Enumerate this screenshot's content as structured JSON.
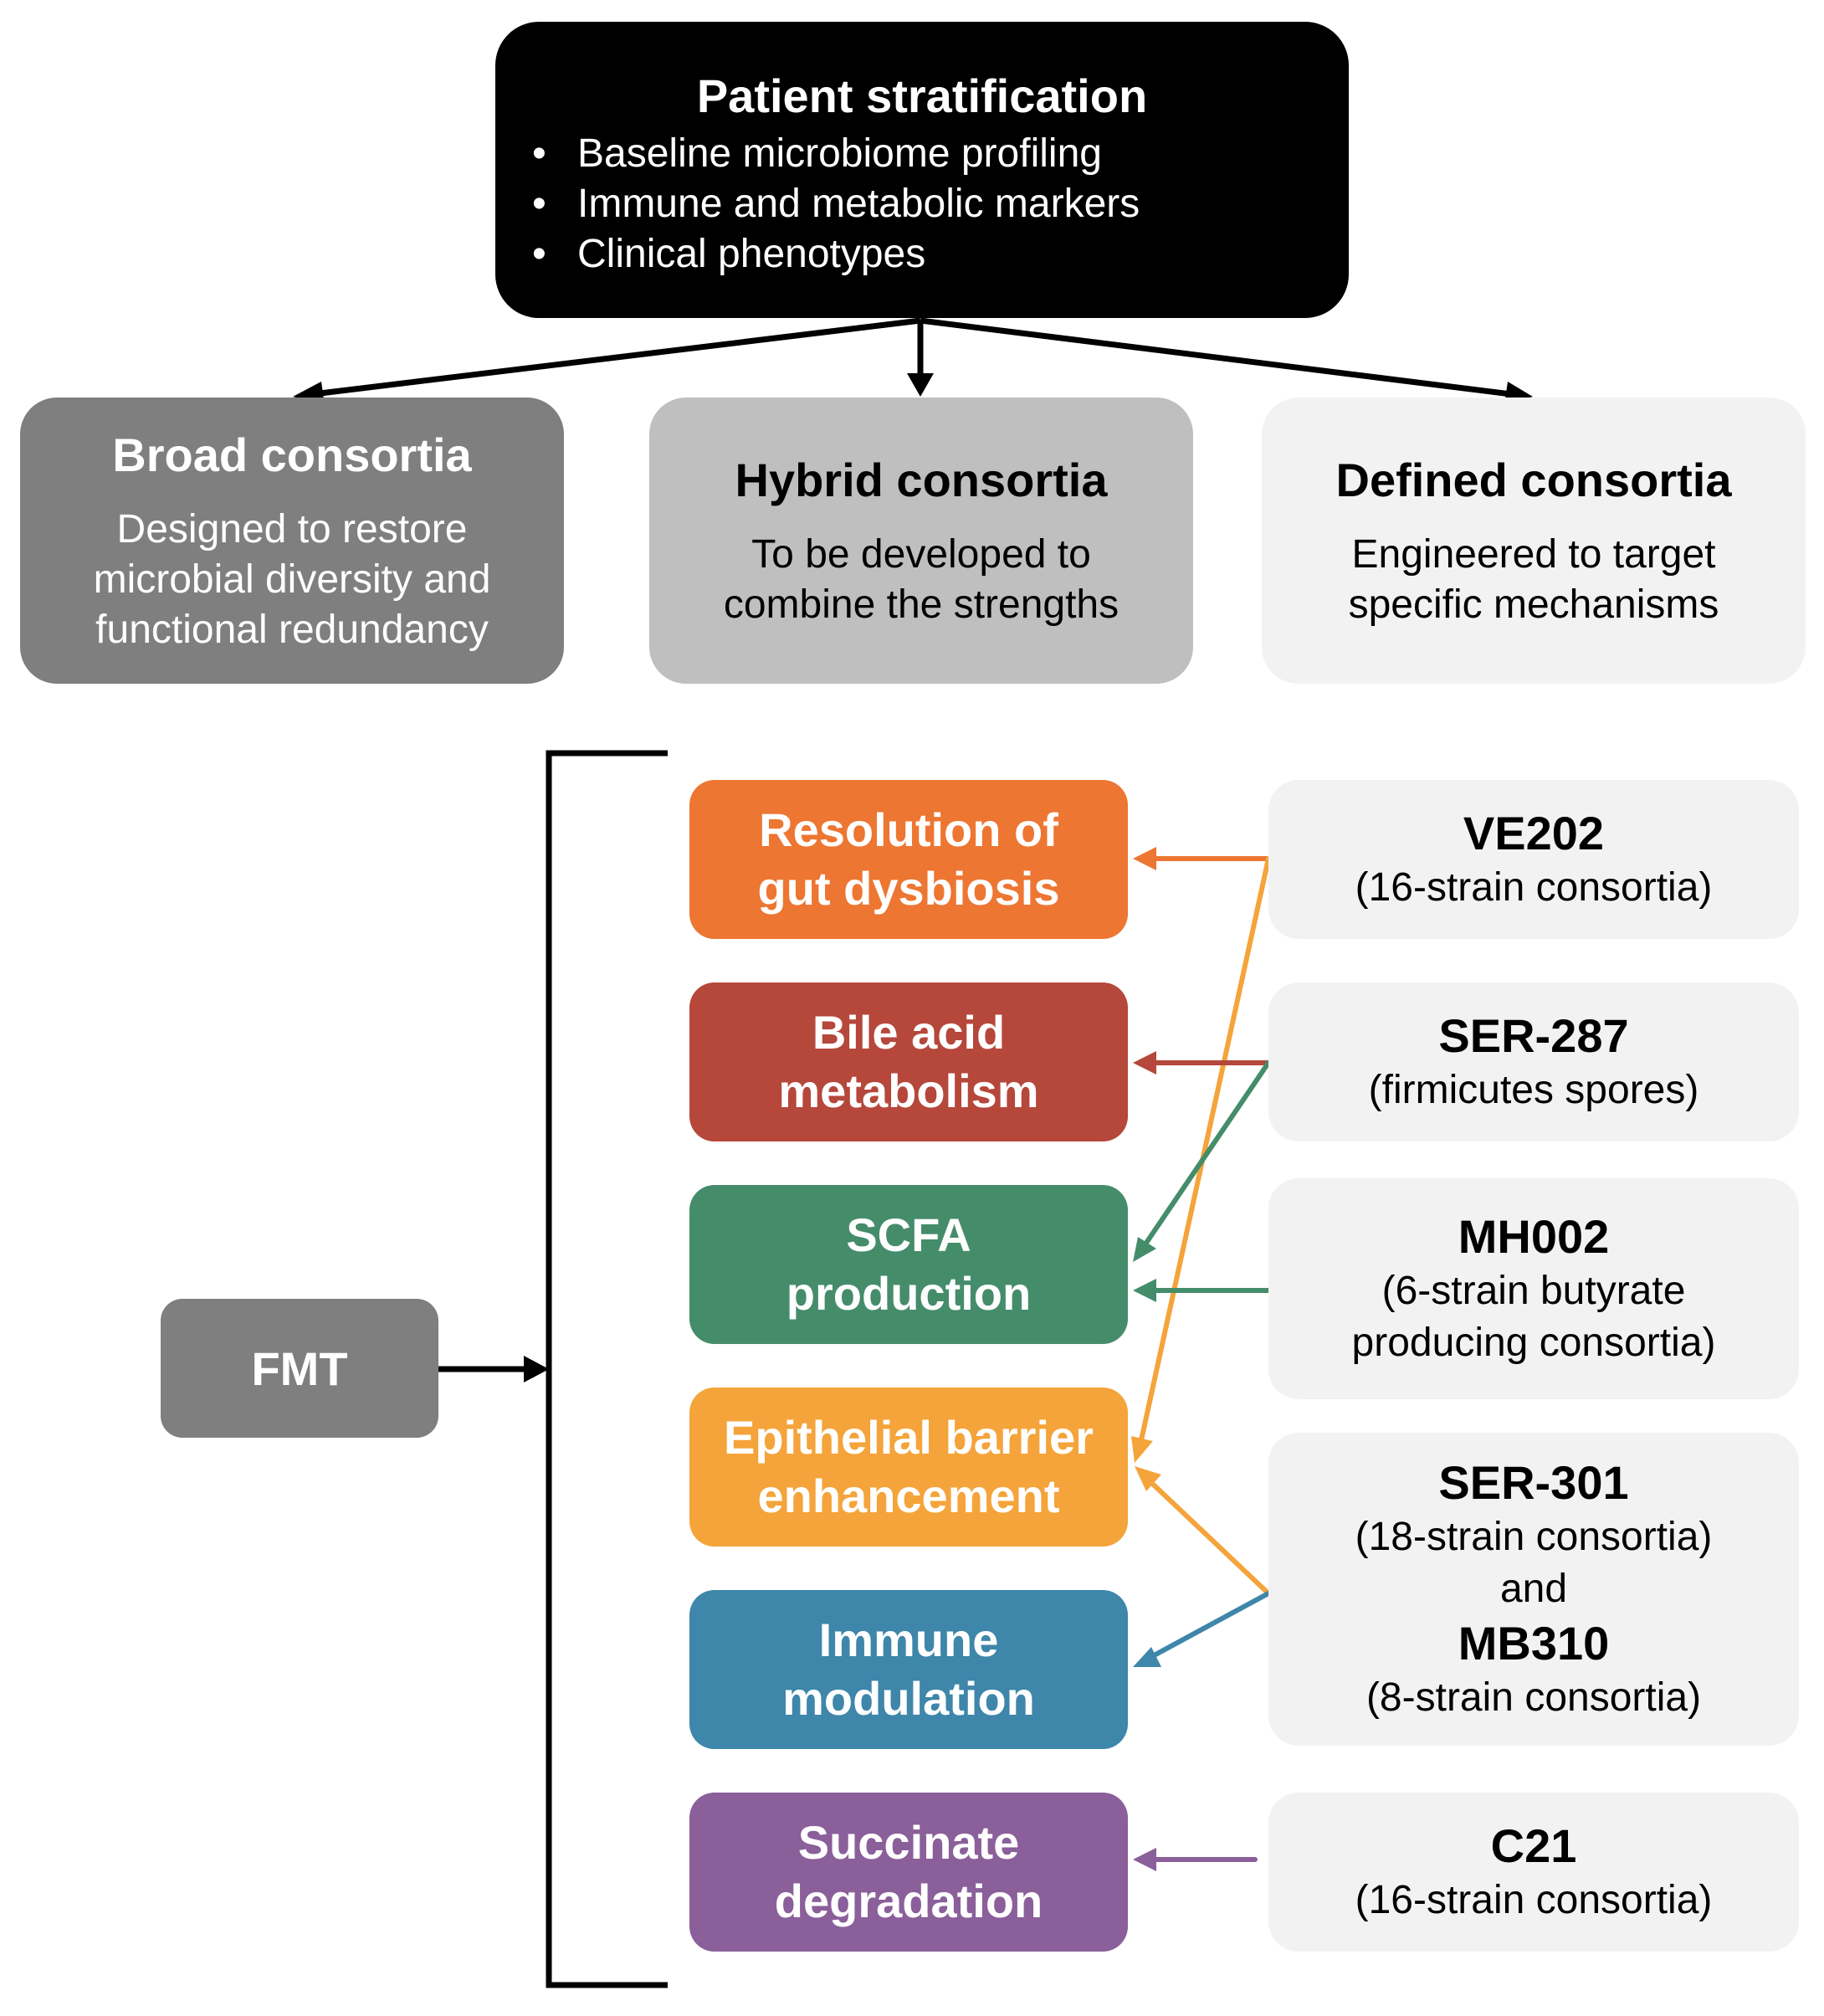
{
  "stratification": {
    "title": "Patient stratification",
    "bullets": [
      "Baseline microbiome profiling",
      "Immune and metabolic markers",
      "Clinical phenotypes"
    ]
  },
  "strategies": [
    {
      "title": "Broad consortia",
      "desc": "Designed to restore microbial diversity and functional redundancy"
    },
    {
      "title": "Hybrid consortia",
      "desc": "To be developed to combine the strengths"
    },
    {
      "title": "Defined consortia",
      "desc": "Engineered to target specific mechanisms"
    }
  ],
  "fmt": {
    "label": "FMT"
  },
  "mechanisms": [
    {
      "label": "Resolution of\ngut dysbiosis",
      "color": "#ed7632"
    },
    {
      "label": "Bile acid\nmetabolism",
      "color": "#b5473b"
    },
    {
      "label": "SCFA\nproduction",
      "color": "#458c6b"
    },
    {
      "label": "Epithelial barrier\nenhancement",
      "color": "#f4a43a"
    },
    {
      "label": "Immune\nmodulation",
      "color": "#3e86aa"
    },
    {
      "label": "Succinate\ndegradation",
      "color": "#8a5f9a"
    }
  ],
  "products": [
    {
      "name": "VE202",
      "sub": "(16-strain consortia)"
    },
    {
      "name": "SER-287",
      "sub": "(firmicutes spores)"
    },
    {
      "name": "MH002",
      "sub": "(6-strain butyrate\nproducing consortia)"
    },
    {
      "name": "SER-301",
      "sub": "(18-strain consortia)",
      "joiner": "and",
      "name2": "MB310",
      "sub2": "(8-strain consortia)"
    },
    {
      "name": "C21",
      "sub": "(16-strain consortia)"
    }
  ]
}
